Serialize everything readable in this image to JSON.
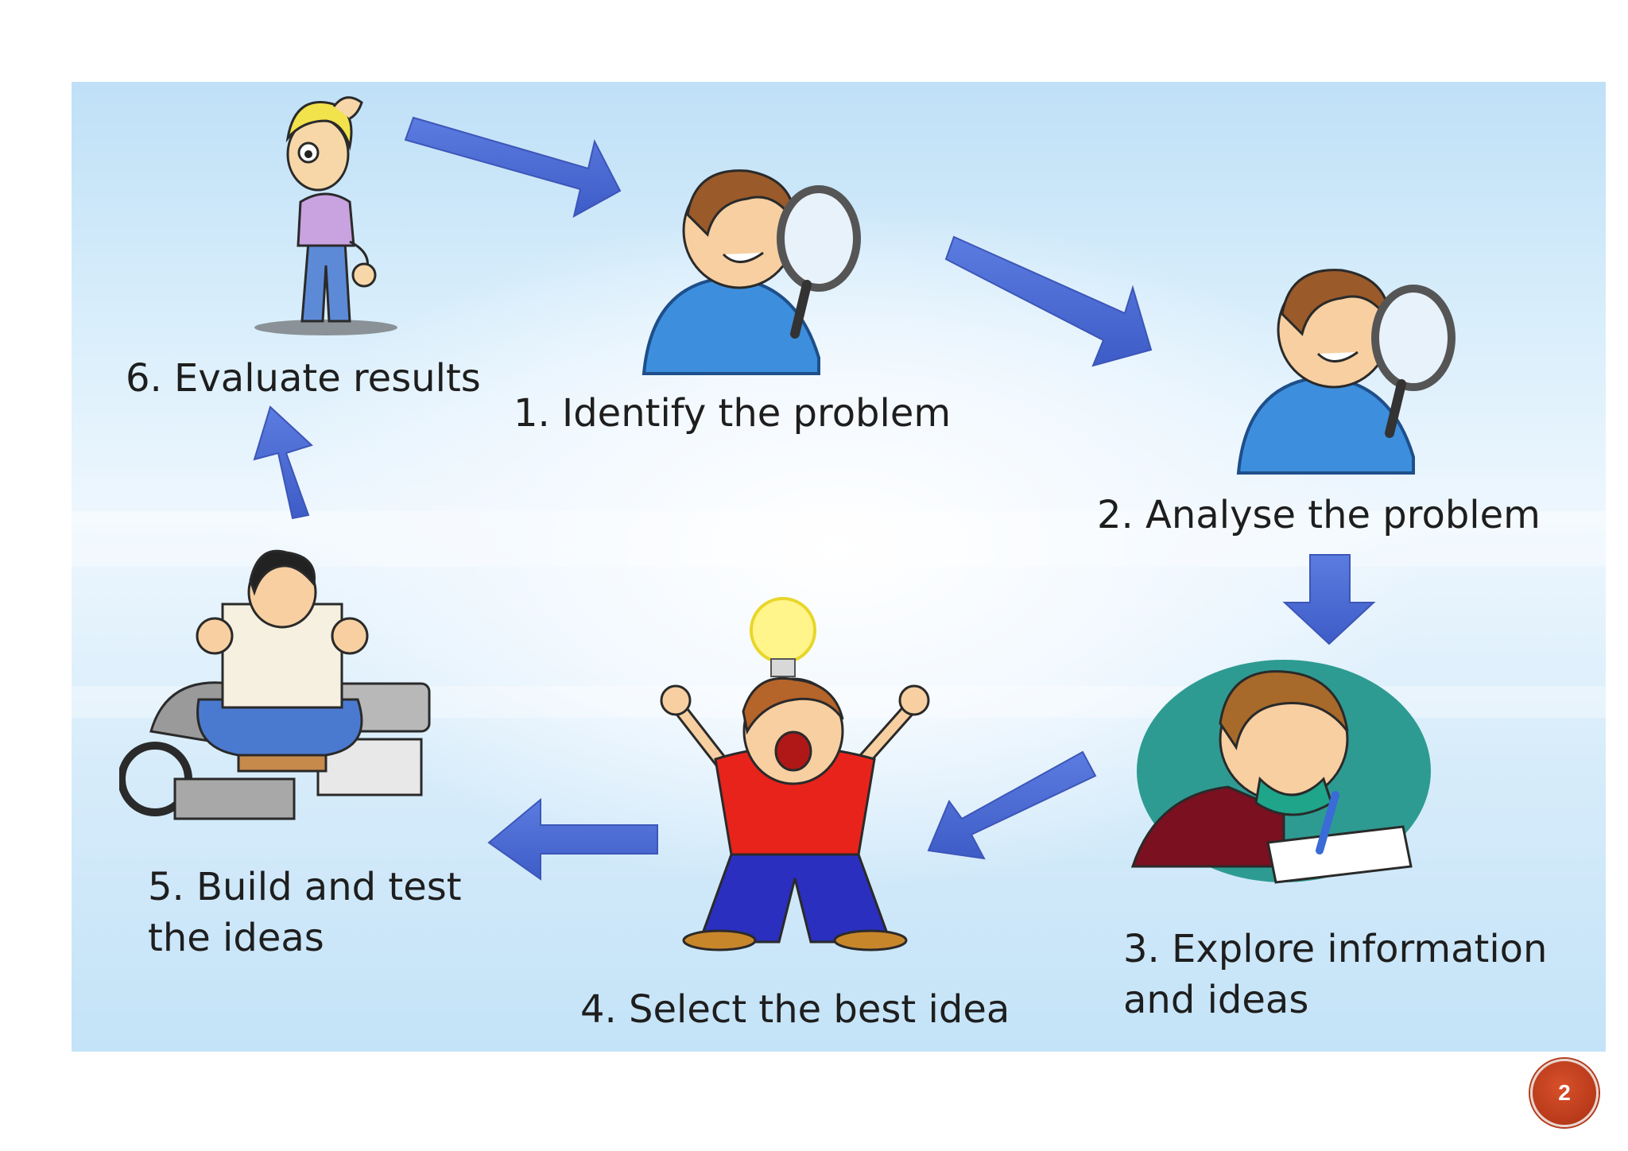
{
  "steps": [
    {
      "id": "step-1",
      "label": "1. Identify the problem"
    },
    {
      "id": "step-2",
      "label": "2. Analyse the problem"
    },
    {
      "id": "step-3",
      "label": "3. Explore information and ideas",
      "line1": "3. Explore information",
      "line2": "and ideas"
    },
    {
      "id": "step-4",
      "label": "4. Select the best idea"
    },
    {
      "id": "step-5",
      "label": "5. Build and test the ideas",
      "line1": "5. Build and test",
      "line2": "the ideas"
    },
    {
      "id": "step-6",
      "label": "6. Evaluate results"
    }
  ],
  "page_number": "2",
  "colors": {
    "arrow": "#4f6fd3",
    "arrow_stroke": "#3d56b8",
    "badge": "#c0421e",
    "hoodie": "#3d8fde",
    "shirt_red": "#e8231c",
    "pants_blue": "#2a2fc0"
  }
}
